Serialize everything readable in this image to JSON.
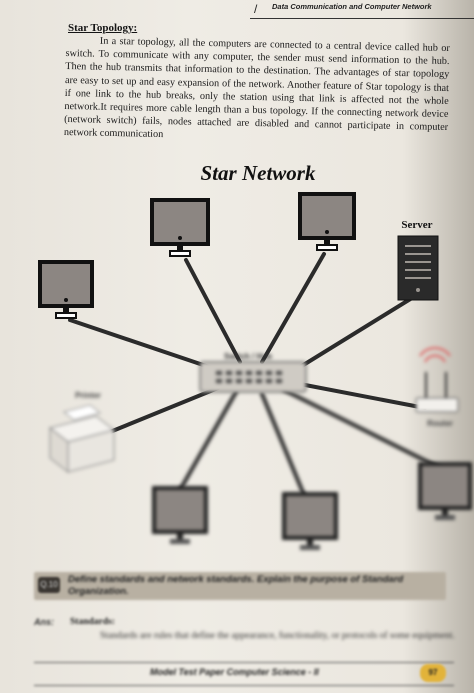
{
  "header": {
    "title": "Data Communication and Computer Network"
  },
  "section": {
    "heading": "Star Topology:",
    "paragraph": "In a star topology, all the computers are connected to a central device called hub or switch. To communicate with any computer, the sender must send information to the hub. Then the hub transmits that information to the destination. The advantages of star topology are easy to set up and easy expansion of the network. Another feature of Star topology is that if one link to the hub breaks, only the station using that link is affected not the whole network.It requires more cable length than a bus topology. If the connecting network device (network switch) fails, nodes attached are disabled and cannot participate in computer network communication"
  },
  "diagram": {
    "title": "Star Network",
    "server_label": "Server",
    "switch_label": "Switch / Hub",
    "printer_label": "Printer",
    "router_label": "Router"
  },
  "question": {
    "number": "Q.10",
    "text": "Define standards and network standards. Explain the purpose of Standard Organization."
  },
  "answer": {
    "prefix": "Ans:",
    "heading": "Standards:",
    "text": "Standards are rules that define the appearance, functionality, or protocols of some equipment."
  },
  "footer": {
    "text": "Model Test Paper Computer Science - II",
    "page": "97"
  },
  "colors": {
    "paper": "#ece8e0",
    "monitor_screen": "#8c8682",
    "monitor_frame": "#111111",
    "cable": "#2b2b2b",
    "page_badge": "#e2b33a"
  }
}
